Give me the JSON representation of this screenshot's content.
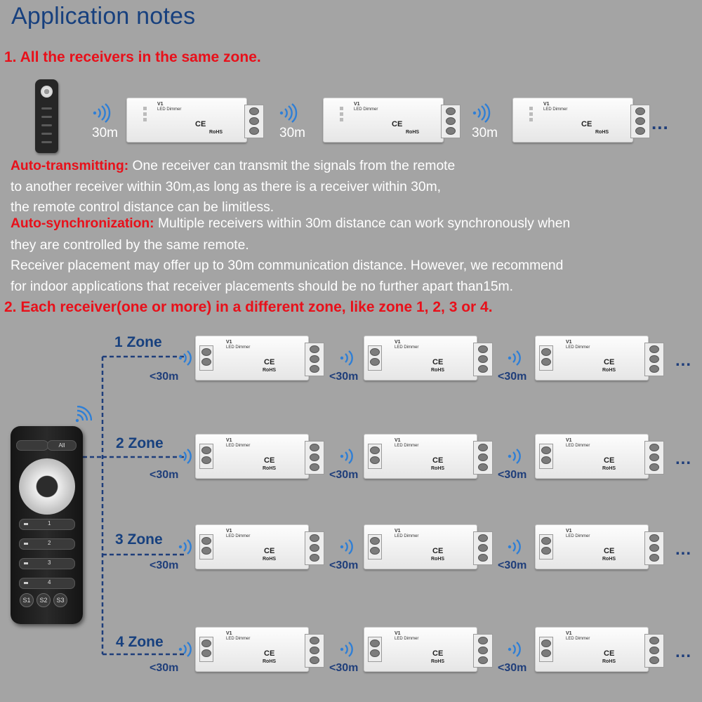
{
  "title": "Application notes",
  "section1": {
    "heading": "1. All the receivers in the same zone.",
    "distance": "30m",
    "continuation": "...",
    "receiver": {
      "model": "V1",
      "name": "LED Dimmer",
      "mark_ce": "CE",
      "mark_rohs": "RoHS"
    },
    "paragraphs": [
      {
        "highlight": "Auto-transmitting:",
        "text": " One receiver can transmit the signals from the remote"
      },
      {
        "highlight": "",
        "text": "to another receiver within 30m,as long as there is a receiver within 30m,"
      },
      {
        "highlight": "",
        "text": "the remote control distance can be limitless."
      },
      {
        "highlight": "Auto-synchronization:",
        "text": " Multiple receivers within 30m distance can work synchronously when"
      },
      {
        "highlight": "",
        "text": "they are controlled by the same remote."
      },
      {
        "highlight": "",
        "text": "Receiver placement may offer up to 30m communication distance. However, we recommend"
      },
      {
        "highlight": "",
        "text": "for indoor applications that receiver placements should be no further apart than15m."
      }
    ]
  },
  "section2": {
    "heading": "2. Each receiver(one or more) in a different zone, like zone 1, 2, 3 or 4.",
    "distance": "<30m",
    "continuation": "...",
    "zones": [
      "1 Zone",
      "2 Zone",
      "3 Zone",
      "4 Zone"
    ],
    "remote": {
      "top_button": "All",
      "buttons": [
        "1",
        "2",
        "3",
        "4"
      ],
      "scene_buttons": [
        "S1",
        "S2",
        "S3"
      ]
    }
  },
  "colors": {
    "background": "#a4a4a4",
    "title": "#17407e",
    "heading": "#e8101a",
    "body_text": "#ffffff",
    "zone_line": "#1f3e7a"
  }
}
